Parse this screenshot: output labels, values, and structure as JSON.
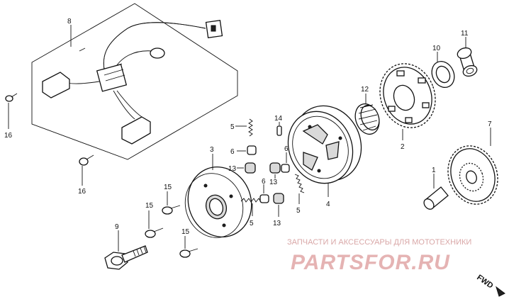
{
  "labels": {
    "p1": "1",
    "p2": "2",
    "p3": "3",
    "p4": "4",
    "p5a": "5",
    "p5b": "5",
    "p5c": "5",
    "p6a": "6",
    "p6b": "6",
    "p6c": "6",
    "p7": "7",
    "p8": "8",
    "p9": "9",
    "p10": "10",
    "p11": "11",
    "p12": "12",
    "p13a": "13",
    "p13b": "13",
    "p13c": "13",
    "p14": "14",
    "p15a": "15",
    "p15b": "15",
    "p15c": "15",
    "p16a": "16",
    "p16b": "16"
  },
  "watermark": {
    "tagline": "ЗАПЧАСТИ И АКСЕССУАРЫ ДЛЯ МОТОТЕХНИКИ",
    "brand": "PARTSFOR.RU"
  },
  "fwd": "FWD"
}
